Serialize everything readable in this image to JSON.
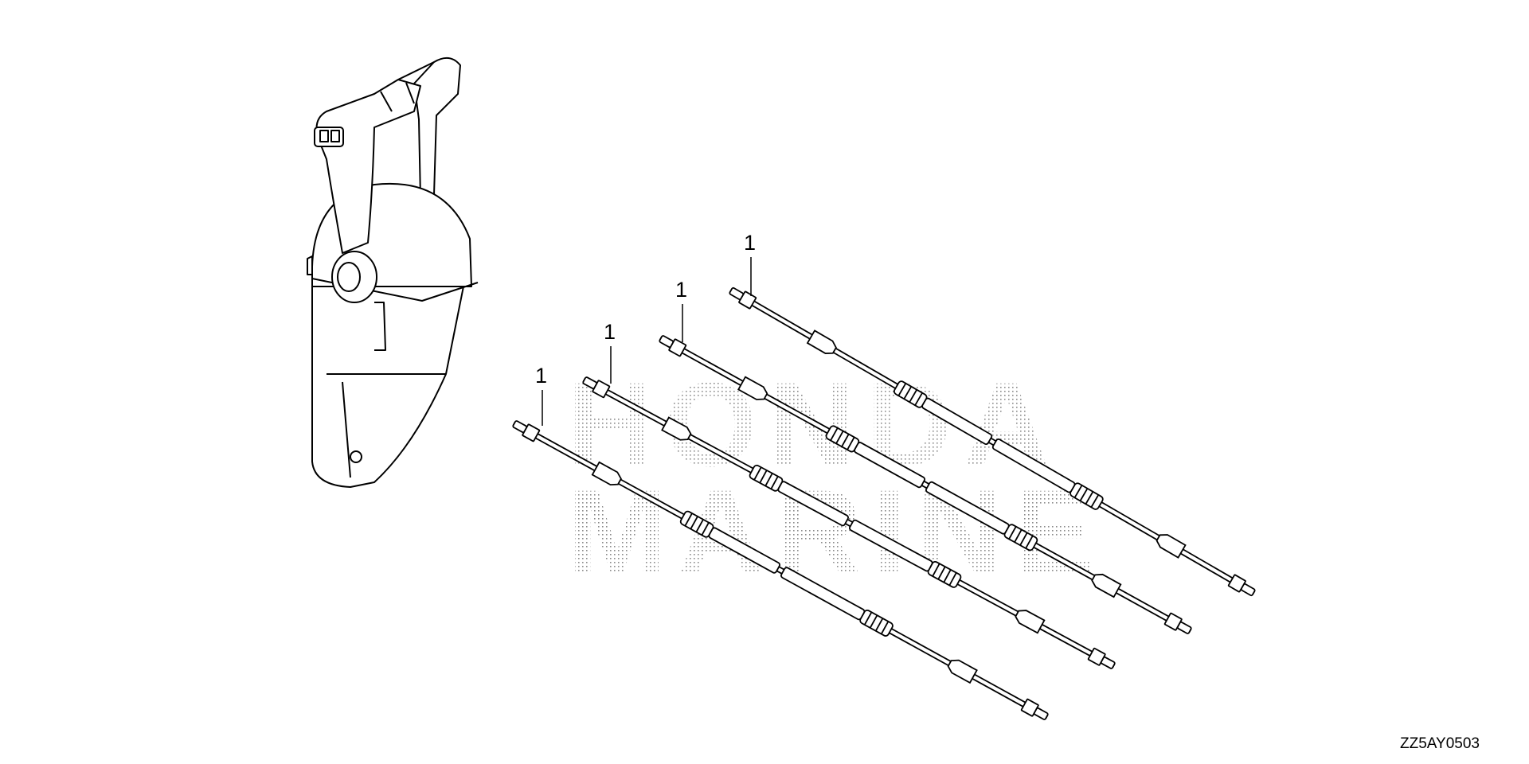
{
  "watermark": {
    "line1": "HONDA",
    "line2": "MARINE"
  },
  "callouts": [
    "1",
    "1",
    "1",
    "1"
  ],
  "diagram_code": "ZZ5AY0503",
  "parts": [
    {
      "name": "remote-control-box"
    },
    {
      "name": "control-cable"
    },
    {
      "name": "control-cable"
    },
    {
      "name": "control-cable"
    },
    {
      "name": "control-cable"
    }
  ]
}
